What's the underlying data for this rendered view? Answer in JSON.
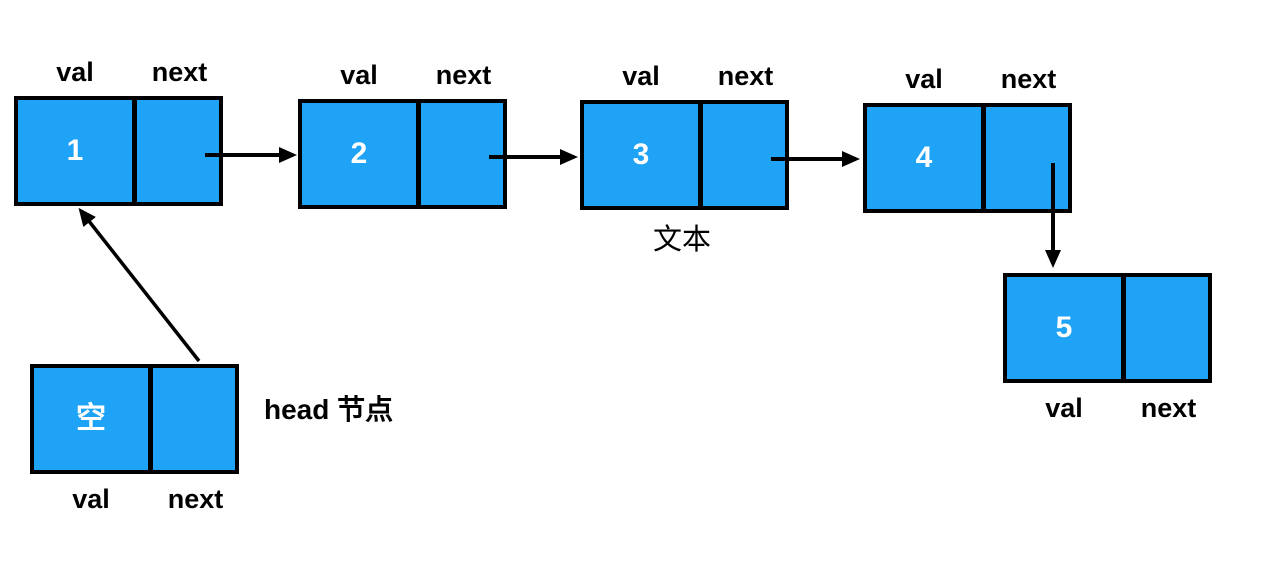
{
  "diagram": {
    "type": "linked-list",
    "colors": {
      "node_fill": "#1FA3F6",
      "node_border": "#000000",
      "value_text": "#ffffff",
      "label_text": "#000000",
      "bg": "#ffffff"
    },
    "field_labels": {
      "val": "val",
      "next": "next"
    },
    "nodes": [
      {
        "name": "node-1",
        "val": "1"
      },
      {
        "name": "node-2",
        "val": "2"
      },
      {
        "name": "node-3",
        "val": "3"
      },
      {
        "name": "node-4",
        "val": "4"
      },
      {
        "name": "node-5",
        "val": "5"
      },
      {
        "name": "head-node",
        "val": "空"
      }
    ],
    "captions": {
      "node3_caption": "文本",
      "head_caption": "head 节点"
    },
    "edges": [
      {
        "from": "head-node.next",
        "to": "node-1"
      },
      {
        "from": "node-1.next",
        "to": "node-2"
      },
      {
        "from": "node-2.next",
        "to": "node-3"
      },
      {
        "from": "node-3.next",
        "to": "node-4"
      },
      {
        "from": "node-4.next",
        "to": "node-5"
      }
    ]
  }
}
